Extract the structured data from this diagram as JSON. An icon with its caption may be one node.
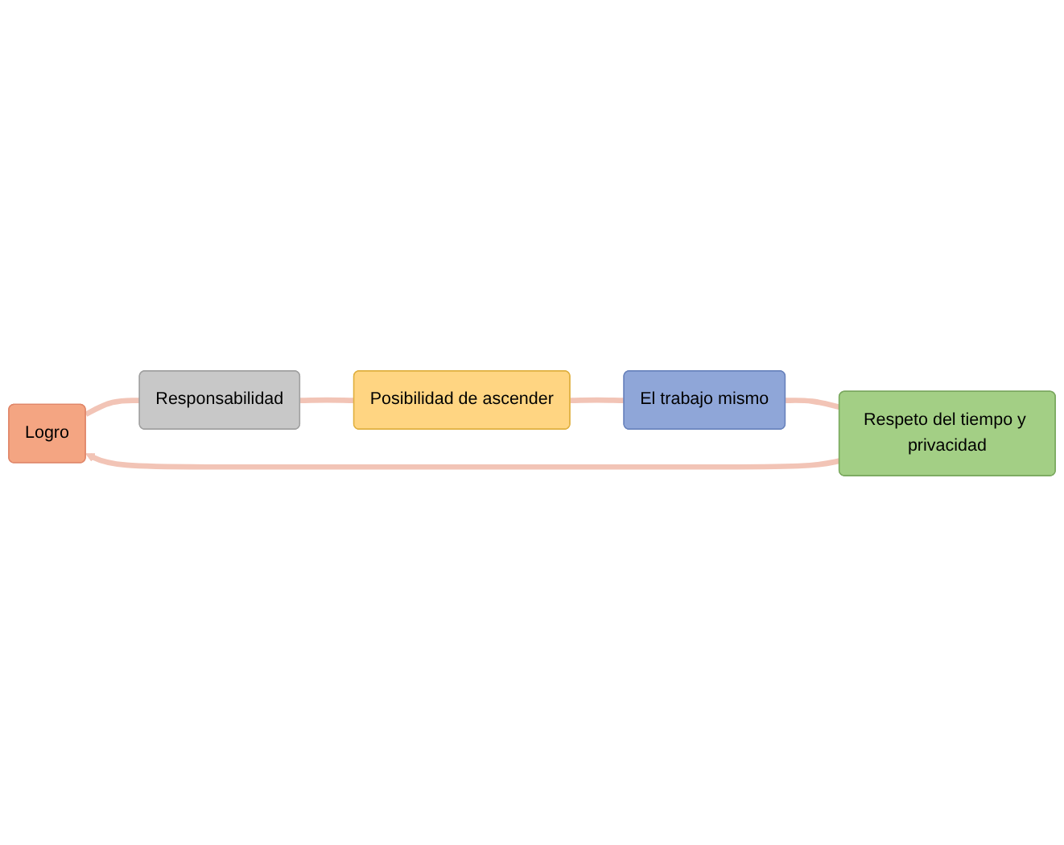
{
  "diagram": {
    "nodes": [
      {
        "text": [
          "Logro"
        ]
      },
      {
        "text": [
          "Responsabilidad"
        ]
      },
      {
        "text": [
          "Posibilidad de ascender"
        ]
      },
      {
        "text": [
          "El trabajo mismo"
        ]
      },
      {
        "text": [
          "Respeto del tiempo y privacidad"
        ]
      }
    ],
    "edges": [
      {
        "from": 0,
        "to": 1,
        "arrow": "none"
      },
      {
        "from": 1,
        "to": 2,
        "arrow": "none"
      },
      {
        "from": 2,
        "to": 3,
        "arrow": "none"
      },
      {
        "from": 3,
        "to": 4,
        "arrow": "none"
      },
      {
        "from": 4,
        "to": 0,
        "arrow": "to"
      }
    ]
  }
}
